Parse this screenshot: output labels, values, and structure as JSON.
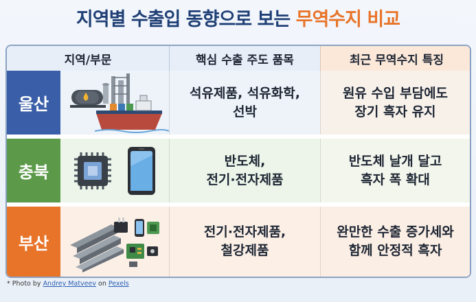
{
  "title": {
    "part1": "지역별 수출입 동향으로 보는 ",
    "part2": "무역수지 비교"
  },
  "table": {
    "headers": [
      "지역/부문",
      "핵심 수출 주도 품목",
      "최근 무역수지 특징"
    ],
    "rows": [
      {
        "region": "울산",
        "exports": [
          "석유제품, 석유화학,",
          "선박"
        ],
        "feature": [
          "원유 수입 부담에도",
          "장기 흑자 유지"
        ],
        "icon": "oil-refinery-ship-icon"
      },
      {
        "region": "충북",
        "exports": [
          "반도체,",
          "전기·전자제품"
        ],
        "feature": [
          "반도체 날개 달고",
          "흑자 폭 확대"
        ],
        "icon": "chip-smartphone-icon"
      },
      {
        "region": "부산",
        "exports": [
          "전기·전자제품,",
          "철강제품"
        ],
        "feature": [
          "완만한 수출 증가세와",
          "함께 안정적 흑자"
        ],
        "icon": "steel-electronics-icon"
      }
    ]
  },
  "credit": {
    "prefix": "* Photo by ",
    "author": "Andrey Matveev",
    "middle": " on ",
    "site": "Pexels"
  },
  "colors": {
    "ulsan": "#3a5fa8",
    "chungbuk": "#5c9a4a",
    "busan": "#e8742a",
    "title_accent": "#e8742a",
    "title_main": "#1f3f75"
  }
}
